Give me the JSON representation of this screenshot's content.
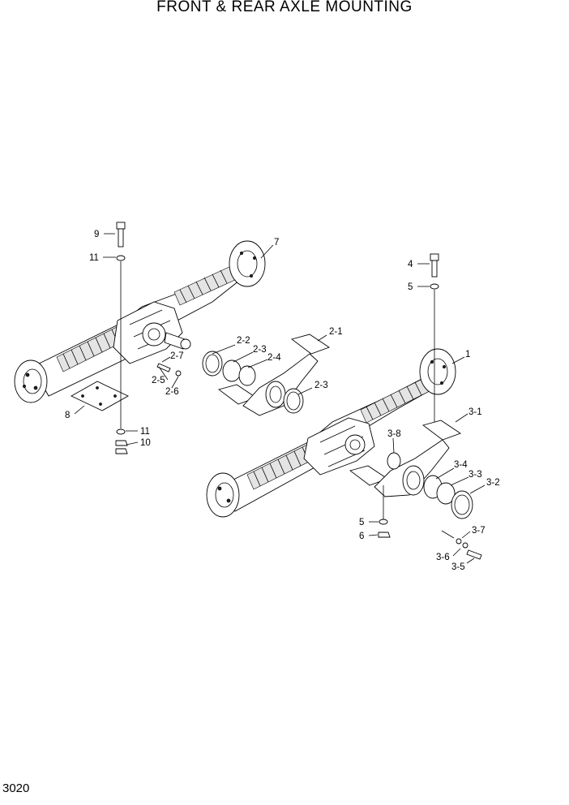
{
  "title": "FRONT & REAR AXLE MOUNTING",
  "page_number": "3020",
  "labels": {
    "l9": "9",
    "l11a": "11",
    "l7": "7",
    "l2_2": "2-2",
    "l2_3a": "2-3",
    "l2_4": "2-4",
    "l2_7": "2-7",
    "l2_5": "2-5",
    "l2_6": "2-6",
    "l2_1": "2-1",
    "l2_3b": "2-3",
    "l8": "8",
    "l11b": "11",
    "l10": "10",
    "l4": "4",
    "l5a": "5",
    "l1": "1",
    "l3_1": "3-1",
    "l3_8": "3-8",
    "l3_4": "3-4",
    "l3_3": "3-3",
    "l3_2": "3-2",
    "l5b": "5",
    "l6": "6",
    "l3_7": "3-7",
    "l3_6": "3-6",
    "l3_5": "3-5"
  }
}
